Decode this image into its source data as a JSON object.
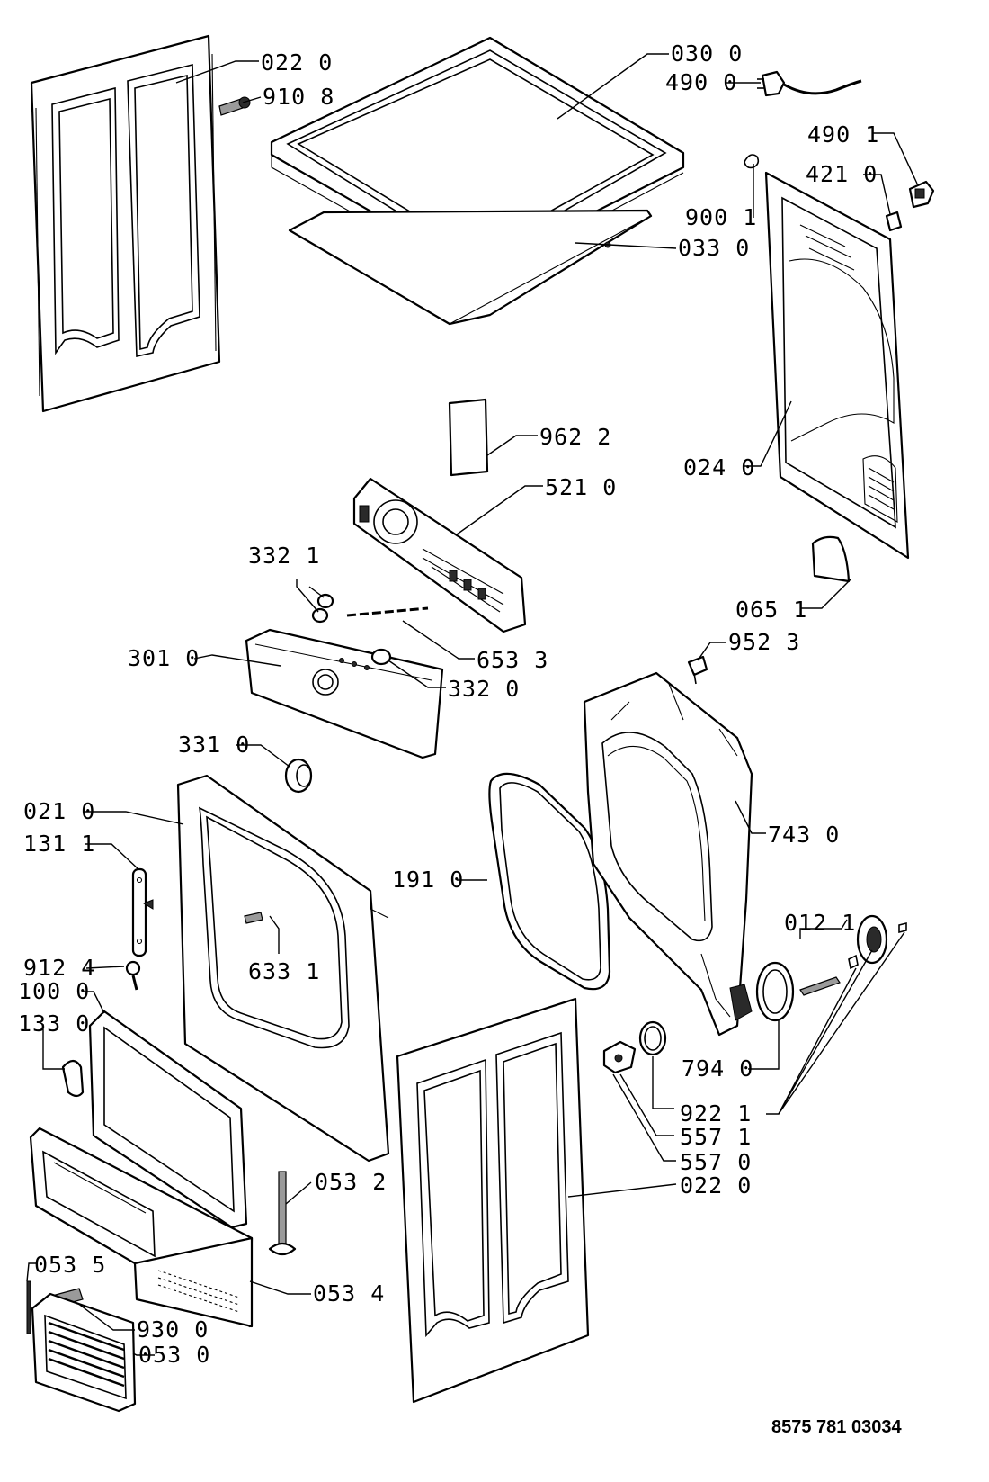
{
  "labels": {
    "l_022a": "022 0",
    "l_910_8": "910 8",
    "l_030": "030 0",
    "l_490_0": "490 0",
    "l_490_1": "490 1",
    "l_421": "421 0",
    "l_900": "900 1",
    "l_033": "033 0",
    "l_962": "962 2",
    "l_024": "024 0",
    "l_521": "521 0",
    "l_332_1": "332 1",
    "l_065": "065 1",
    "l_952": "952 3",
    "l_653": "653 3",
    "l_301": "301 0",
    "l_332_0": "332 0",
    "l_331": "331 0",
    "l_021": "021 0",
    "l_743": "743 0",
    "l_131": "131 1",
    "l_191": "191 0",
    "l_012": "012 1",
    "l_633": "633 1",
    "l_912": "912 4",
    "l_100": "100 0",
    "l_133": "133 0",
    "l_794": "794 0",
    "l_922": "922 1",
    "l_557_1": "557 1",
    "l_557_0": "557 0",
    "l_022b": "022 0",
    "l_053_2": "053 2",
    "l_053_5": "053 5",
    "l_053_4": "053 4",
    "l_930": "930 0",
    "l_053_0": "053 0"
  },
  "reference_number": "8575 781 03034"
}
